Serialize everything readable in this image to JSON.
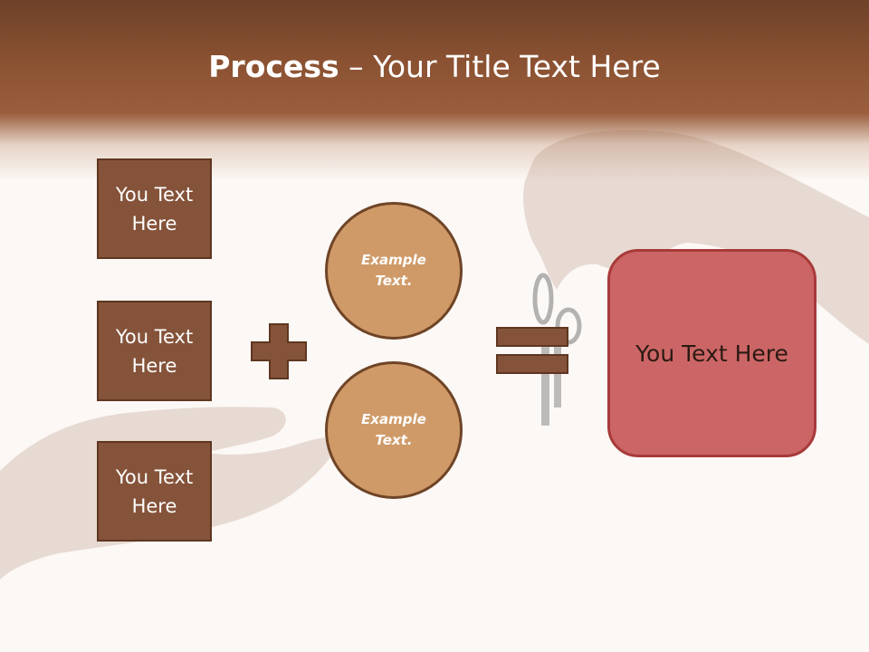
{
  "title": {
    "bold": "Process",
    "rest": " – Your Title Text Here"
  },
  "inputs": [
    "You Text Here",
    "You Text Here",
    "You Text Here"
  ],
  "circles": [
    "Example Text.",
    "Example Text."
  ],
  "result": "You Text Here",
  "icons": {
    "operator1": "plus-icon",
    "operator2": "equals-icon"
  },
  "colors": {
    "header": "#8b5232",
    "box_fill": "#85533a",
    "circle_fill": "#cf9a68",
    "result_fill": "#cc6666",
    "operator_fill": "#85533a"
  }
}
